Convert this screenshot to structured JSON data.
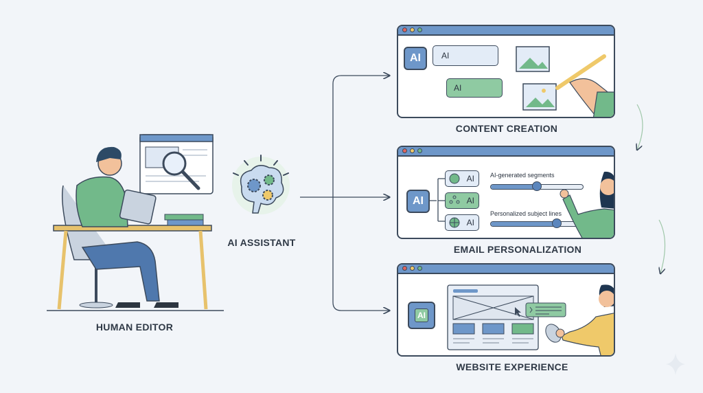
{
  "human_editor": {
    "label": "HUMAN EDITOR"
  },
  "ai_assistant": {
    "label": "AI ASSISTANT"
  },
  "panels": [
    {
      "title": "CONTENT CREATION",
      "ai_badge": "AI",
      "bubble_1": "AI",
      "bubble_2": "AI"
    },
    {
      "title": "EMAIL PERSONALIZATION",
      "ai_badge": "AI",
      "chips": [
        "AI",
        "AI",
        "AI"
      ],
      "sliders": [
        {
          "label": "AI-generated segments",
          "value": 0.5
        },
        {
          "label": "Personalized subject lines",
          "value": 0.72
        }
      ]
    },
    {
      "title": "WEBSITE EXPERIENCE",
      "ai_badge": "AI"
    }
  ],
  "colors": {
    "blue": "#6e97c9",
    "green": "#72b98a",
    "yellow": "#efc96a",
    "outline": "#3c4a5c",
    "bg": "#f2f5f9"
  }
}
